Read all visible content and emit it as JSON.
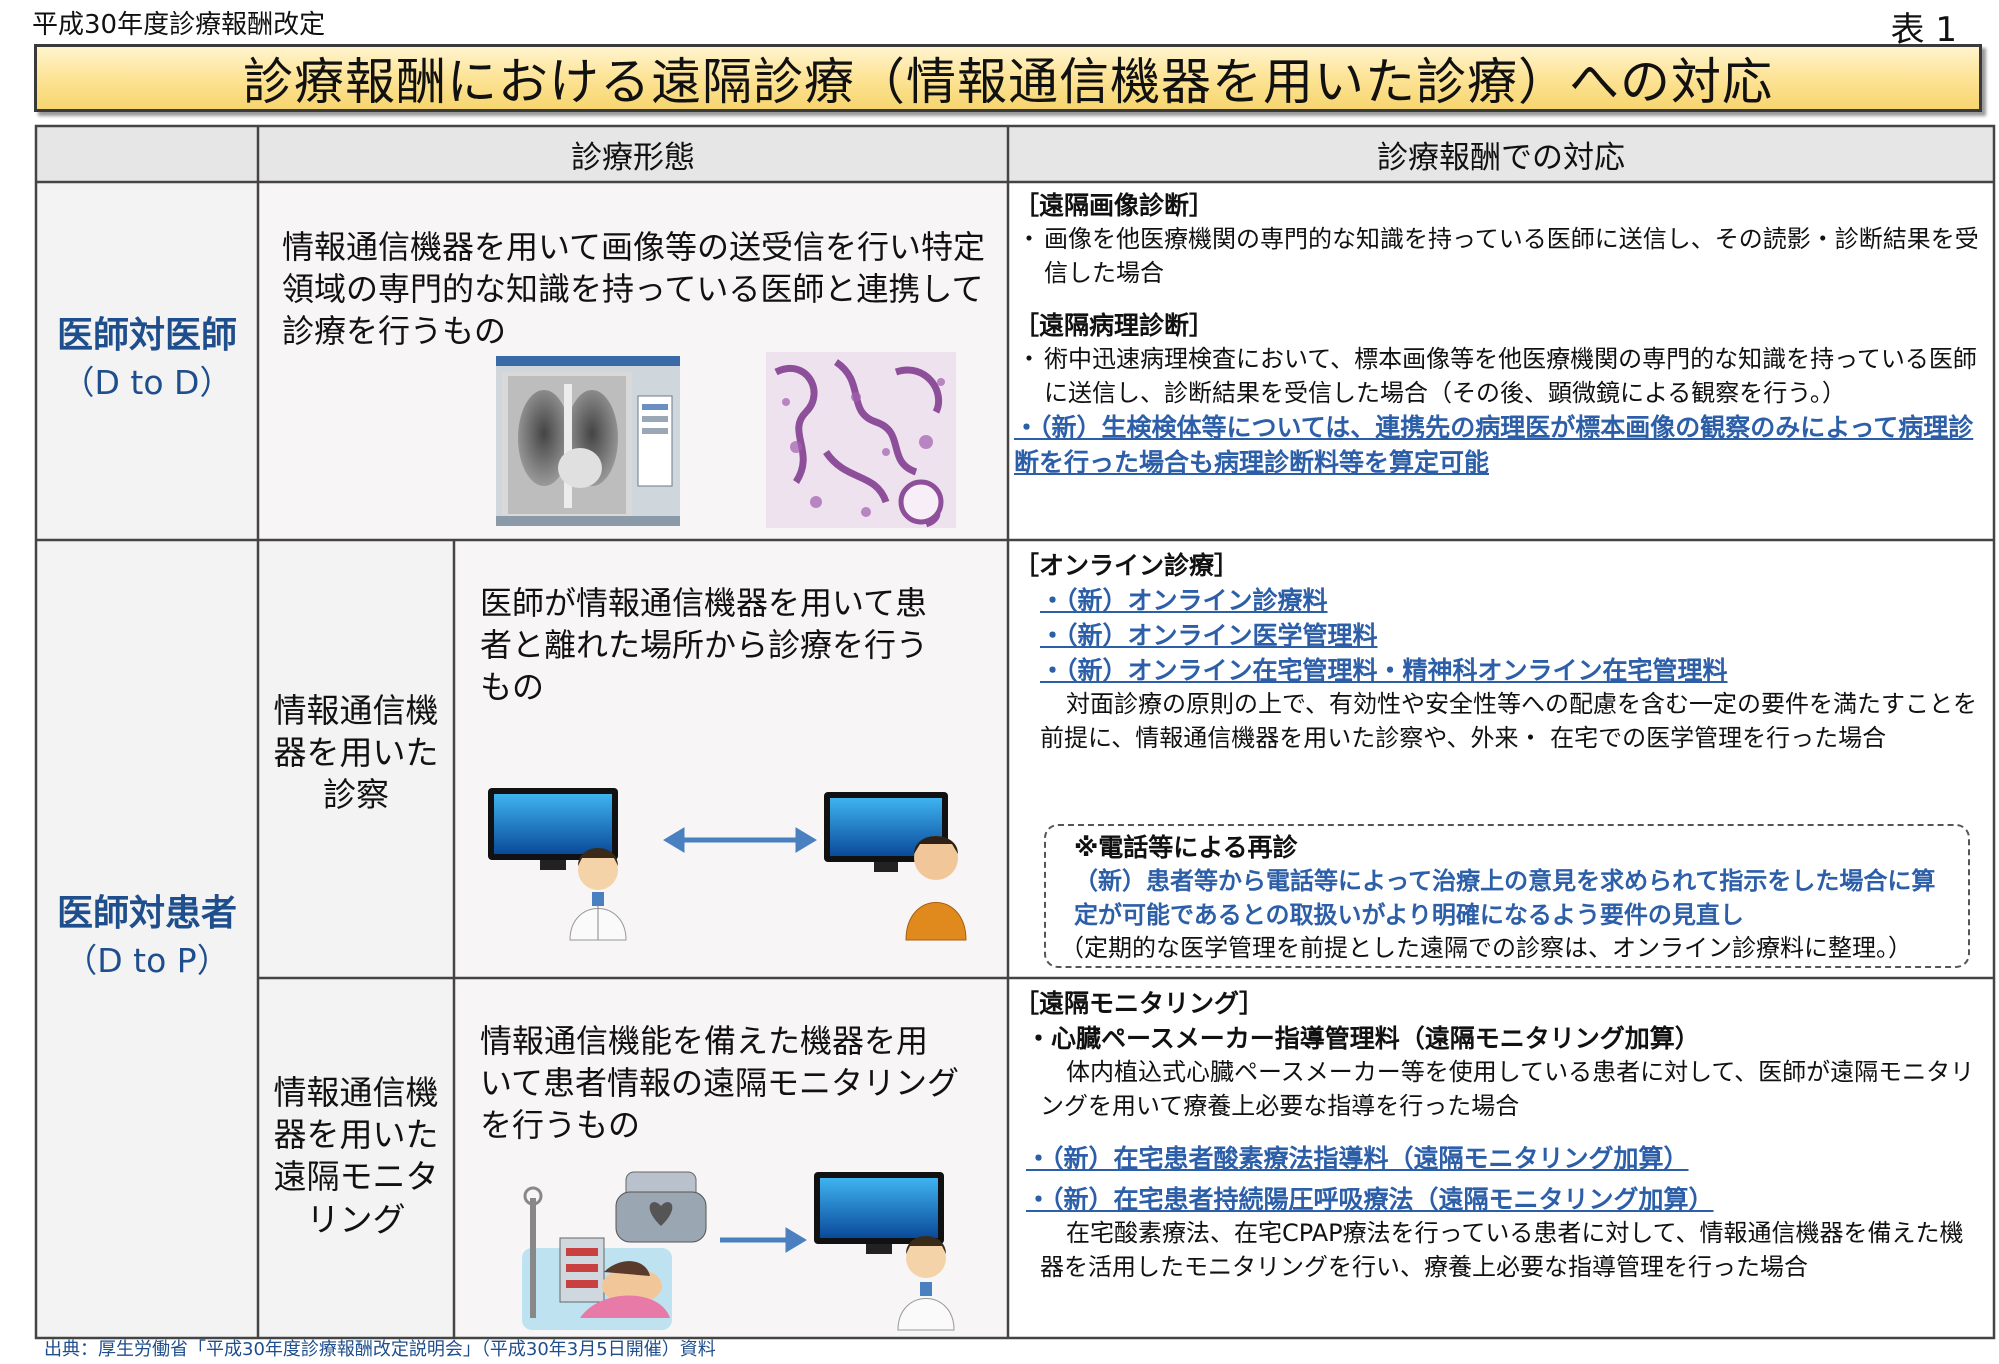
{
  "top_note": "平成30年度診療報酬改定",
  "table_no": "表 1",
  "title": "診療報酬における遠隔診療（情報通信機器を用いた診療）への対応",
  "headers": {
    "col1": "診療形態",
    "col2": "診療報酬での対応"
  },
  "dtod": {
    "label": "医師対医師",
    "sub": "（D to D）",
    "description": "情報通信機器を用いて画像等の送受信を行い特定領域の専門的な知識を持っている医師と連携して診療を行うもの",
    "right": {
      "h1": "［遠隔画像診断］",
      "b1": "画像を他医療機関の専門的な知識を持っている医師に送信し、その読影・診断結果を受信した場合",
      "h2": "［遠隔病理診断］",
      "b2": "術中迅速病理検査において、標本画像等を他医療機関の専門的な知識を持っている医師に送信し、診断結果を受信した場合（その後、顕微鏡による観察を行う。）",
      "new1": "・（新）生検検体等については、連携先の病理医が標本画像の観察のみによって病理診断を行った場合も病理診断料等を算定可能"
    }
  },
  "dtop": {
    "label": "医師対患者",
    "sub": "（D to P）",
    "online": {
      "sublabel": "情報通信機器を用いた診察",
      "description": "医師が情報通信機器を用いて患者と離れた場所から診療を行うもの",
      "h": "［オンライン診療］",
      "n1": "・（新）オンライン診療料",
      "n2": "・（新）オンライン医学管理料",
      "n3": "・（新）オンライン在宅管理料・精神科オンライン在宅管理料",
      "text": "対面診療の原則の上で、有効性や安全性等への配慮を含む一定の要件を満たすことを前提に、情報通信機器を用いた診察や、外来・ 在宅での医学管理を行った場合",
      "box_h": "※電話等による再診",
      "box_blue": "（新）患者等から電話等によって治療上の意見を求められて指示をした場合に算定が可能であるとの取扱いがより明確になるよう要件の見直し",
      "box_note": "（定期的な医学管理を前提とした遠隔での診察は、オンライン診療料に整理。）"
    },
    "monitor": {
      "sublabel": "情報通信機器を用いた遠隔モニタリング",
      "description": "情報通信機能を備えた機器を用いて患者情報の遠隔モニタリングを行うもの",
      "h": "［遠隔モニタリング］",
      "b": "・心臓ペースメーカー指導管理料（遠隔モニタリング加算）",
      "text1": "体内植込式心臓ペースメーカー等を使用している患者に対して、医師が遠隔モニタリングを用いて療養上必要な指導を行った場合",
      "n1": "・（新）在宅患者酸素療法指導料（遠隔モニタリング加算）",
      "n2": "・（新）在宅患者持続陽圧呼吸療法（遠隔モニタリング加算）",
      "text2": "在宅酸素療法、在宅CPAP療法を行っている患者に対して、情報通信機器を備えた機器を活用したモニタリングを行い、療養上必要な指導管理を行った場合"
    }
  },
  "footer": "出典：厚生労働省「平成30年度診療報酬改定説明会」（平成30年3月5日開催）資料",
  "colors": {
    "title_bg": "#fde59a",
    "label_blue": "#1f4e8c",
    "link_blue": "#2d5fa8",
    "cell_gray": "#f3f3f3",
    "header_gray": "#e6e6e6"
  }
}
